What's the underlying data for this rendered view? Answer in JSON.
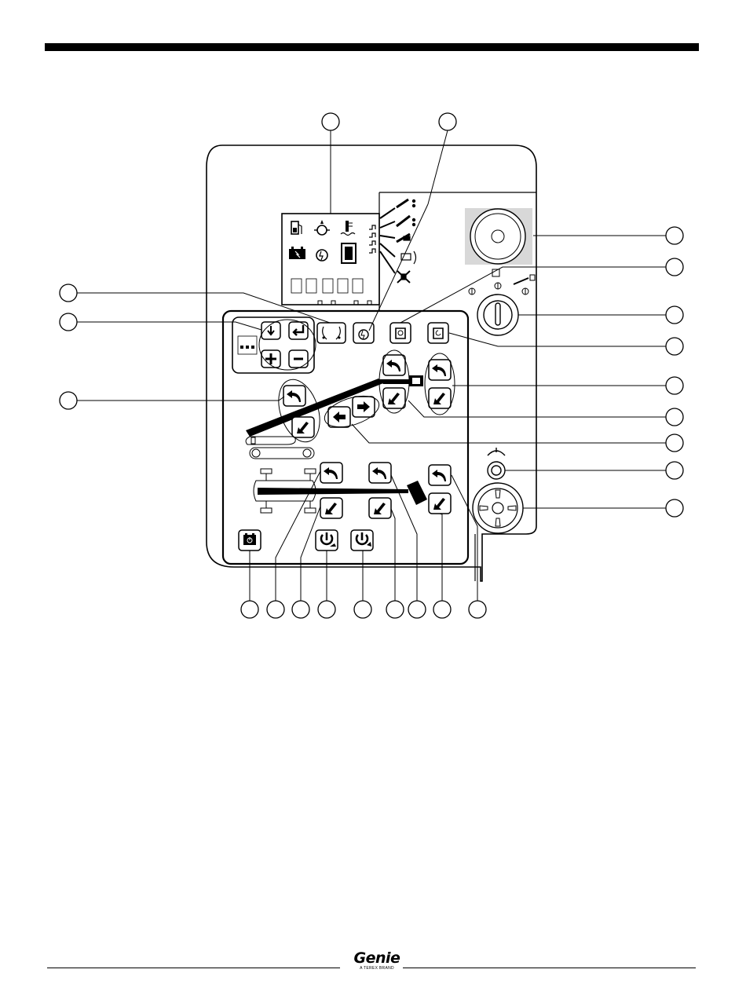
{
  "document": {
    "header_bar_color": "#000000",
    "callout_count": 22
  },
  "control_panel": {
    "screen_icons": [
      "fuel-icon",
      "oil-pressure-icon",
      "coolant-temp-icon",
      "battery-icon",
      "glow-plug-icon",
      "hour-meter-icon"
    ],
    "boom_indicator_icons": [
      "boom-extend-icon",
      "boom-retract-icon",
      "platform-level-icon",
      "jib-icon",
      "drive-enable-icon"
    ],
    "keypad_buttons": [
      "arrow-down",
      "enter",
      "plus",
      "minus"
    ],
    "buttons": {
      "secondary_boom": [
        "up",
        "down"
      ],
      "platform_level": [
        "up",
        "down"
      ],
      "jib": [
        "up",
        "down"
      ],
      "extend_retract": [
        "left",
        "right"
      ],
      "turntable": [
        "up",
        "down"
      ],
      "rotate": [
        "up",
        "down"
      ],
      "steer": [
        "up",
        "down"
      ],
      "power": [
        "battery",
        "power-slow",
        "power-fast"
      ]
    },
    "key_switch_positions": [
      "platform",
      "off",
      "ground"
    ],
    "emergency_stop_color": "#d8d8d8"
  },
  "footer": {
    "logo_text": "Genie",
    "logo_subtext": "A TEREX BRAND"
  }
}
